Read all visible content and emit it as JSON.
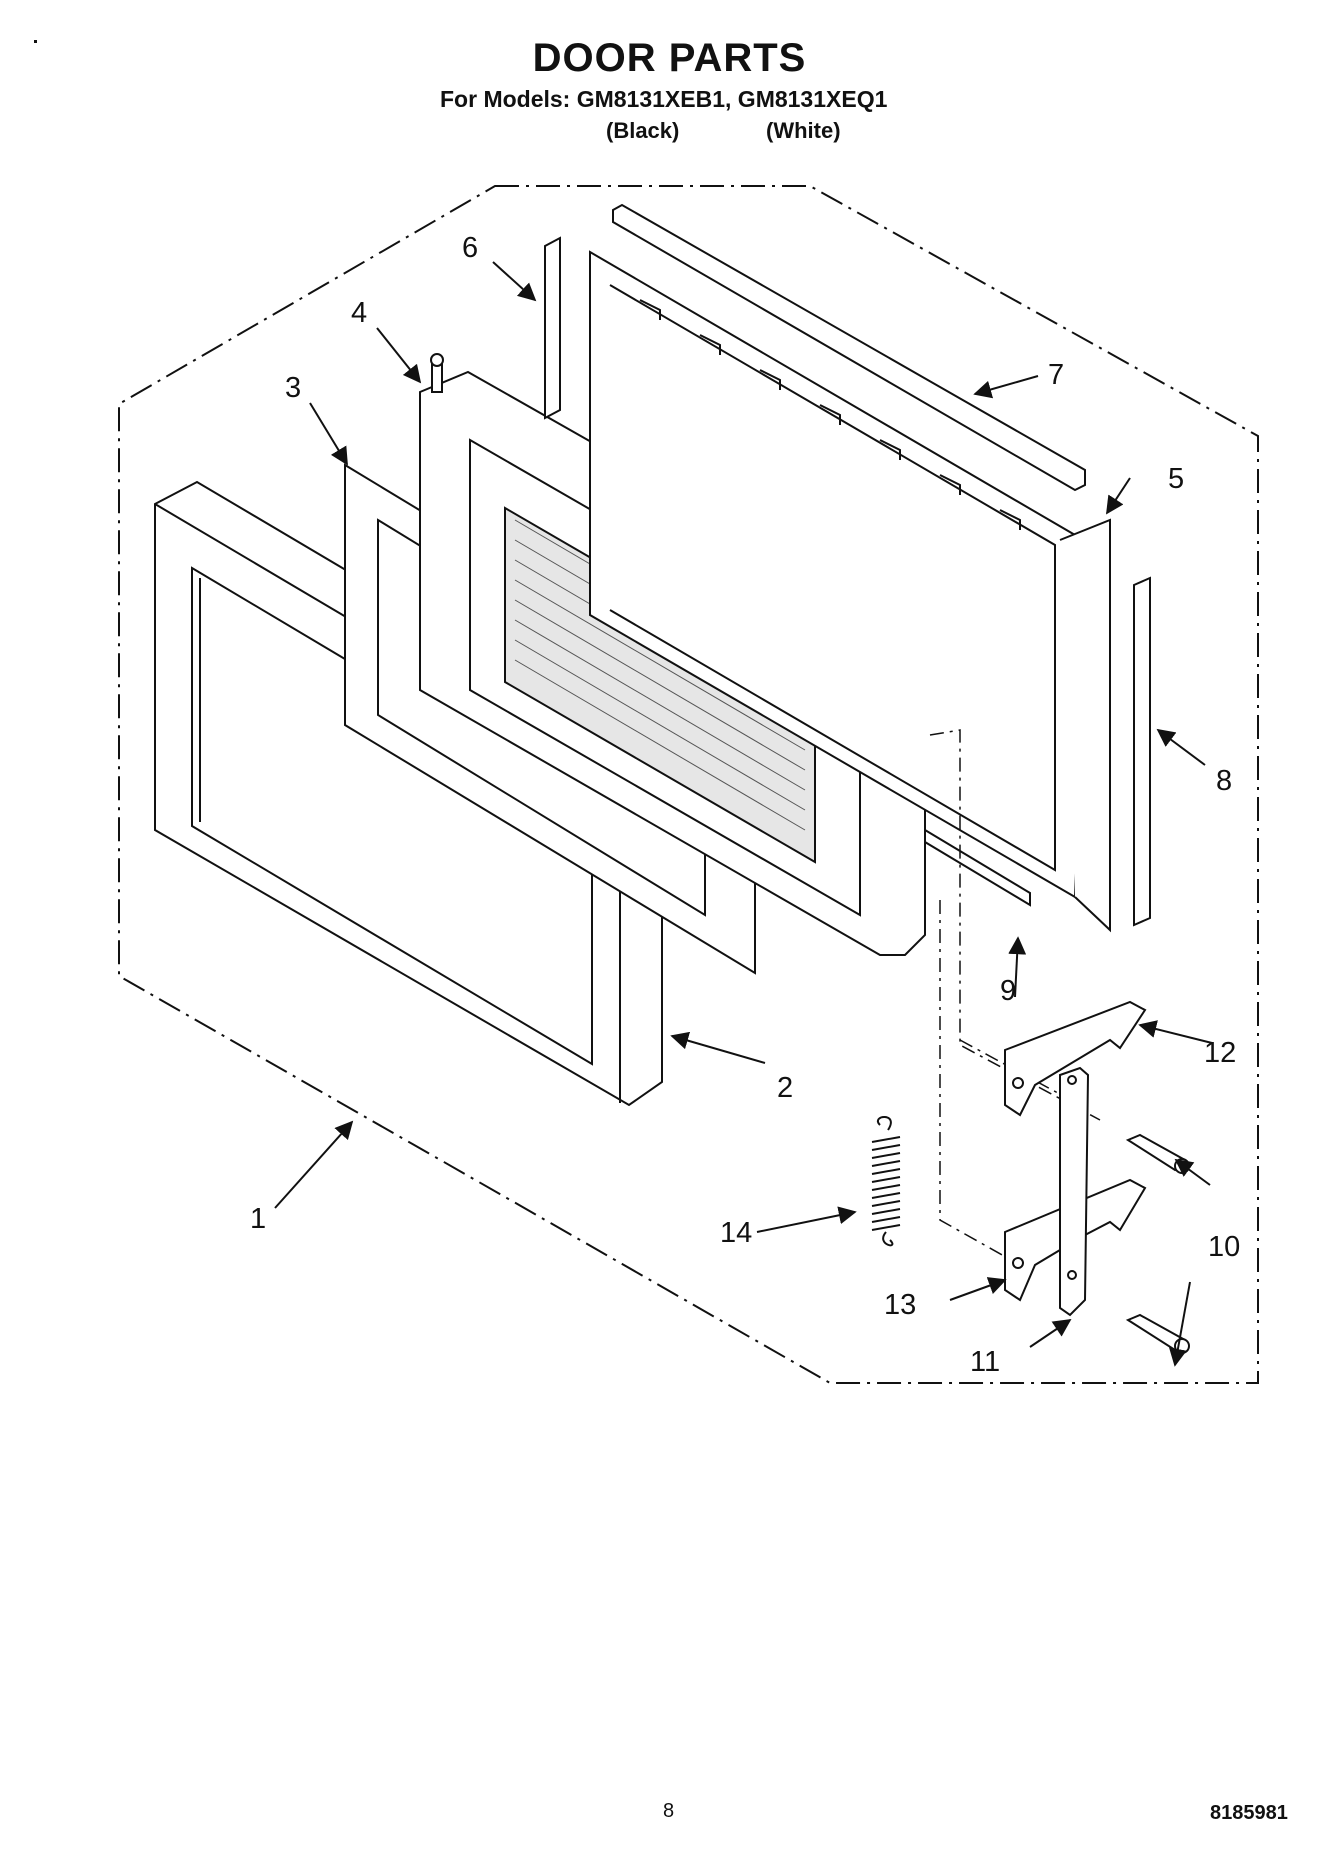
{
  "header": {
    "title": "DOOR PARTS",
    "models": "For Models: GM8131XEB1, GM8131XEQ1",
    "variant_black": "(Black)",
    "variant_white": "(White)"
  },
  "callouts": [
    "1",
    "2",
    "3",
    "4",
    "5",
    "6",
    "7",
    "8",
    "9",
    "10",
    "11",
    "12",
    "13",
    "14"
  ],
  "footer": {
    "page_number": "8",
    "document_number": "8185981"
  }
}
